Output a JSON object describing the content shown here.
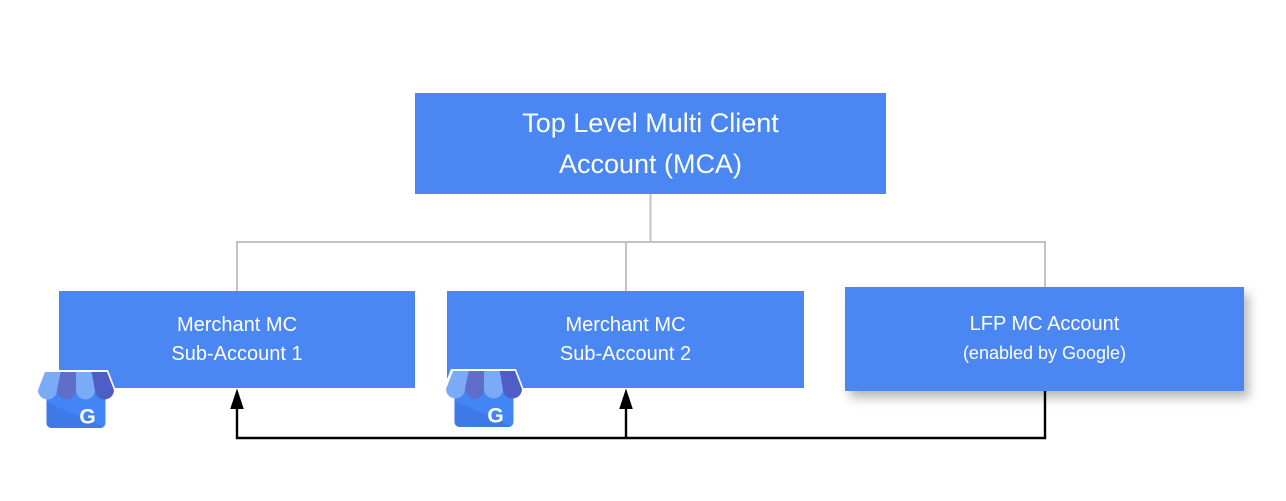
{
  "diagram": {
    "top_node": {
      "line1": "Top Level Multi Client",
      "line2": "Account (MCA)"
    },
    "children": [
      {
        "line1": "Merchant MC",
        "line2": "Sub-Account 1"
      },
      {
        "line1": "Merchant MC",
        "line2": "Sub-Account 2"
      },
      {
        "line1": "LFP MC Account",
        "line2": "(enabled by Google)"
      }
    ],
    "icon": {
      "letter": "G"
    },
    "colors": {
      "node_fill": "#4B87F3",
      "node_text": "#FFFFFF",
      "tree_connector": "#C2C2C2",
      "feedback_arrow": "#000000",
      "icon_body": "#4285F4",
      "icon_awning_light": "#7BAAF7",
      "icon_awning_dark": "#5F6EC9"
    }
  }
}
